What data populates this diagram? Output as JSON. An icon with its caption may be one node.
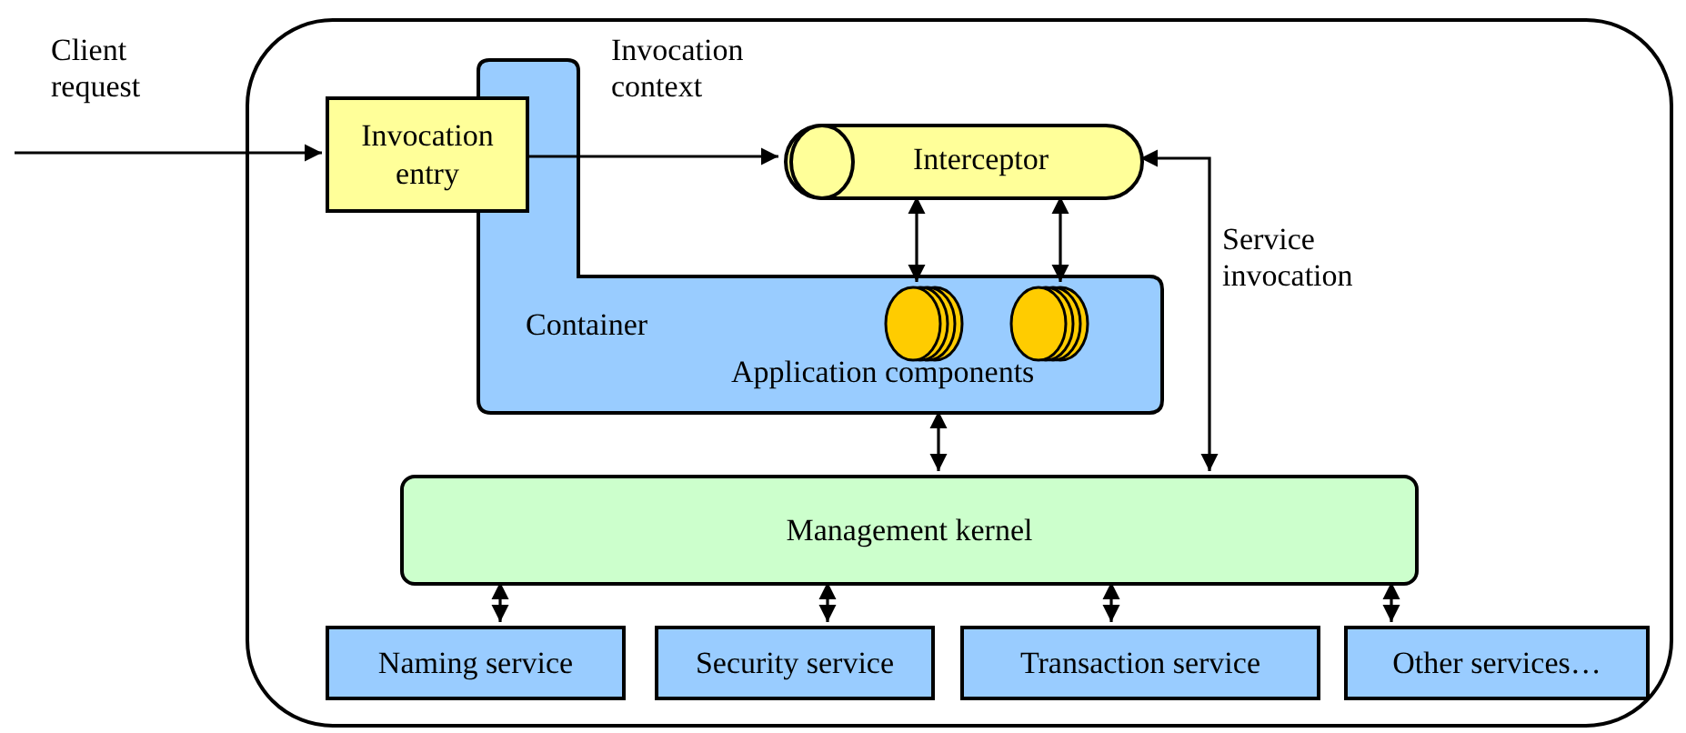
{
  "diagram": {
    "nodes": [
      {
        "text": [],
        "shape": "box"
      },
      {
        "text": [
          "Invocation entry"
        ],
        "in": 0
      },
      {
        "text": [
          "Container",
          "Application components"
        ],
        "in": 0
      },
      {
        "text": [
          "Interceptor"
        ],
        "in": 0
      },
      {
        "text": [],
        "shape": "cylinder",
        "in": 2
      },
      {
        "text": [],
        "shape": "cylinder",
        "in": 2
      },
      {
        "text": [
          "Management kernel"
        ],
        "in": 0
      },
      {
        "text": [
          "Naming service"
        ],
        "in": 0
      },
      {
        "text": [
          "Security service"
        ],
        "in": 0
      },
      {
        "text": [
          "Transaction service"
        ],
        "in": 0
      },
      {
        "text": [
          "Other services…"
        ],
        "in": 0
      }
    ],
    "edges": [
      {
        "from": null,
        "to": 1,
        "arrow": "to",
        "label": "Client request"
      },
      {
        "from": 1,
        "to": 3,
        "arrow": "to",
        "label": "Invocation context"
      },
      {
        "from": 3,
        "to": 4,
        "arrow": "both"
      },
      {
        "from": 3,
        "to": 5,
        "arrow": "both"
      },
      {
        "from": 2,
        "to": 6,
        "arrow": "both"
      },
      {
        "from": 3,
        "to": 6,
        "arrow": "both",
        "label": "Service invocation"
      },
      {
        "from": 6,
        "to": 7,
        "arrow": "both"
      },
      {
        "from": 6,
        "to": 8,
        "arrow": "both"
      },
      {
        "from": 6,
        "to": 9,
        "arrow": "both"
      },
      {
        "from": 6,
        "to": 10,
        "arrow": "both"
      }
    ]
  }
}
